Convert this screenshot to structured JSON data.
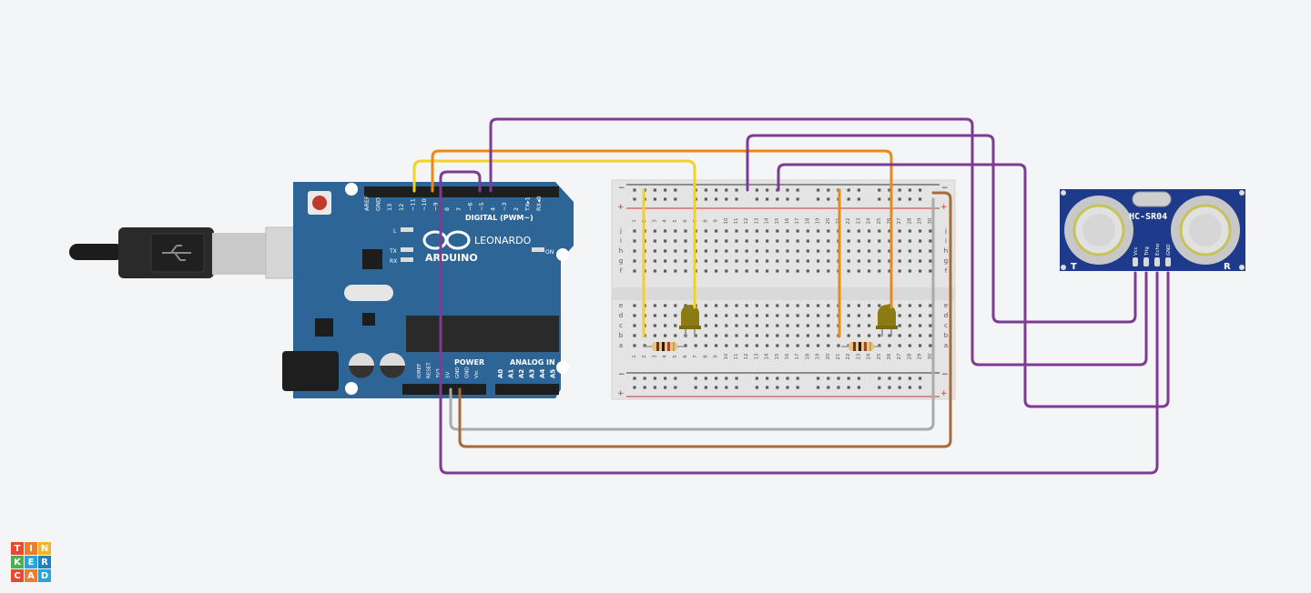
{
  "arduino": {
    "brand": "ARDUINO",
    "model": "LEONARDO",
    "digital_label": "DIGITAL (PWM~)",
    "power_label": "POWER",
    "analog_label": "ANALOG IN",
    "on_label": "ON",
    "led_labels": [
      "L",
      "TX",
      "RX"
    ],
    "digital_pins": [
      "AREF",
      "GND",
      "13",
      "12",
      "~11",
      "~10",
      "~9",
      "8",
      "7",
      "~6",
      "~5",
      "4",
      "~3",
      "2",
      "TX▸1",
      "RX◂0"
    ],
    "power_pins": [
      "IOREF",
      "RESET",
      "3V3",
      "5V",
      "GND",
      "GND",
      "Vin"
    ],
    "analog_pins": [
      "A0",
      "A1",
      "A2",
      "A3",
      "A4",
      "A5"
    ]
  },
  "breadboard": {
    "row_letters_top": [
      "j",
      "i",
      "h",
      "g",
      "f"
    ],
    "row_letters_bottom": [
      "e",
      "d",
      "c",
      "b",
      "a"
    ],
    "column_numbers": [
      "1",
      "2",
      "3",
      "4",
      "5",
      "6",
      "7",
      "8",
      "9",
      "10",
      "11",
      "12",
      "13",
      "14",
      "15",
      "16",
      "17",
      "18",
      "19",
      "20",
      "21",
      "22",
      "23",
      "24",
      "25",
      "26",
      "27",
      "28",
      "29",
      "30"
    ],
    "rail_minus": "−",
    "rail_plus": "+"
  },
  "sensor": {
    "name": "HC-SR04",
    "pins": [
      "Vcc",
      "Trig",
      "Echo",
      "GND"
    ],
    "left_mark": "T",
    "right_mark": "R"
  },
  "logo": {
    "letters": [
      "T",
      "I",
      "N",
      "K",
      "E",
      "R",
      "C",
      "A",
      "D"
    ],
    "colors": [
      "#e8492f",
      "#ee7e2d",
      "#f6b42c",
      "#4cb050",
      "#28a3db",
      "#1f80c2",
      "#e8492f",
      "#ee7e2d",
      "#28a3db"
    ]
  },
  "wire_colors": {
    "yellow": "#f2d325",
    "orange": "#e98a17",
    "purple": "#7d3b94",
    "gray": "#a7abaa",
    "brown": "#a66b3b",
    "black": "#222222"
  }
}
